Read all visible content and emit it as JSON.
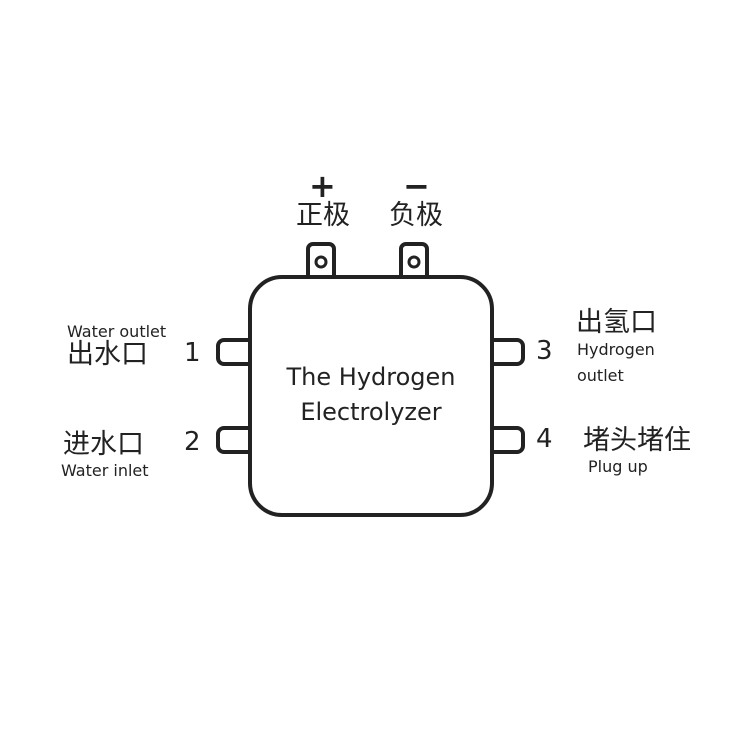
{
  "terminals": {
    "positive_sign": "+",
    "positive_label": "正极",
    "negative_sign": "−",
    "negative_label": "负极"
  },
  "device": {
    "title_line1": "The Hydrogen",
    "title_line2": "Electrolyzer"
  },
  "ports": [
    {
      "number": "1",
      "label_cn": "出水口",
      "label_en": "Water outlet"
    },
    {
      "number": "2",
      "label_cn": "进水口",
      "label_en": "Water inlet"
    },
    {
      "number": "3",
      "label_cn": "出氢口",
      "label_en_line1": "Hydrogen",
      "label_en_line2": "outlet"
    },
    {
      "number": "4",
      "label_cn": "堵头堵住",
      "label_en": "Plug up"
    }
  ]
}
